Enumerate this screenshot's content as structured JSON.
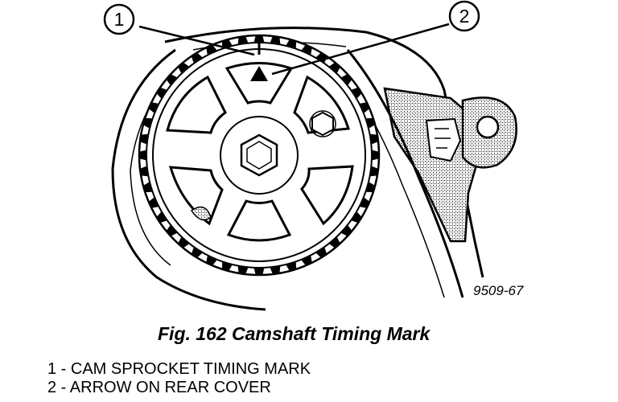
{
  "figure": {
    "reference_code": "9509-67",
    "callouts": [
      {
        "number": "1"
      },
      {
        "number": "2"
      }
    ]
  },
  "caption": "Fig. 162 Camshaft Timing Mark",
  "legend": [
    "1 - CAM SPROCKET TIMING MARK",
    "2 - ARROW ON REAR COVER"
  ]
}
